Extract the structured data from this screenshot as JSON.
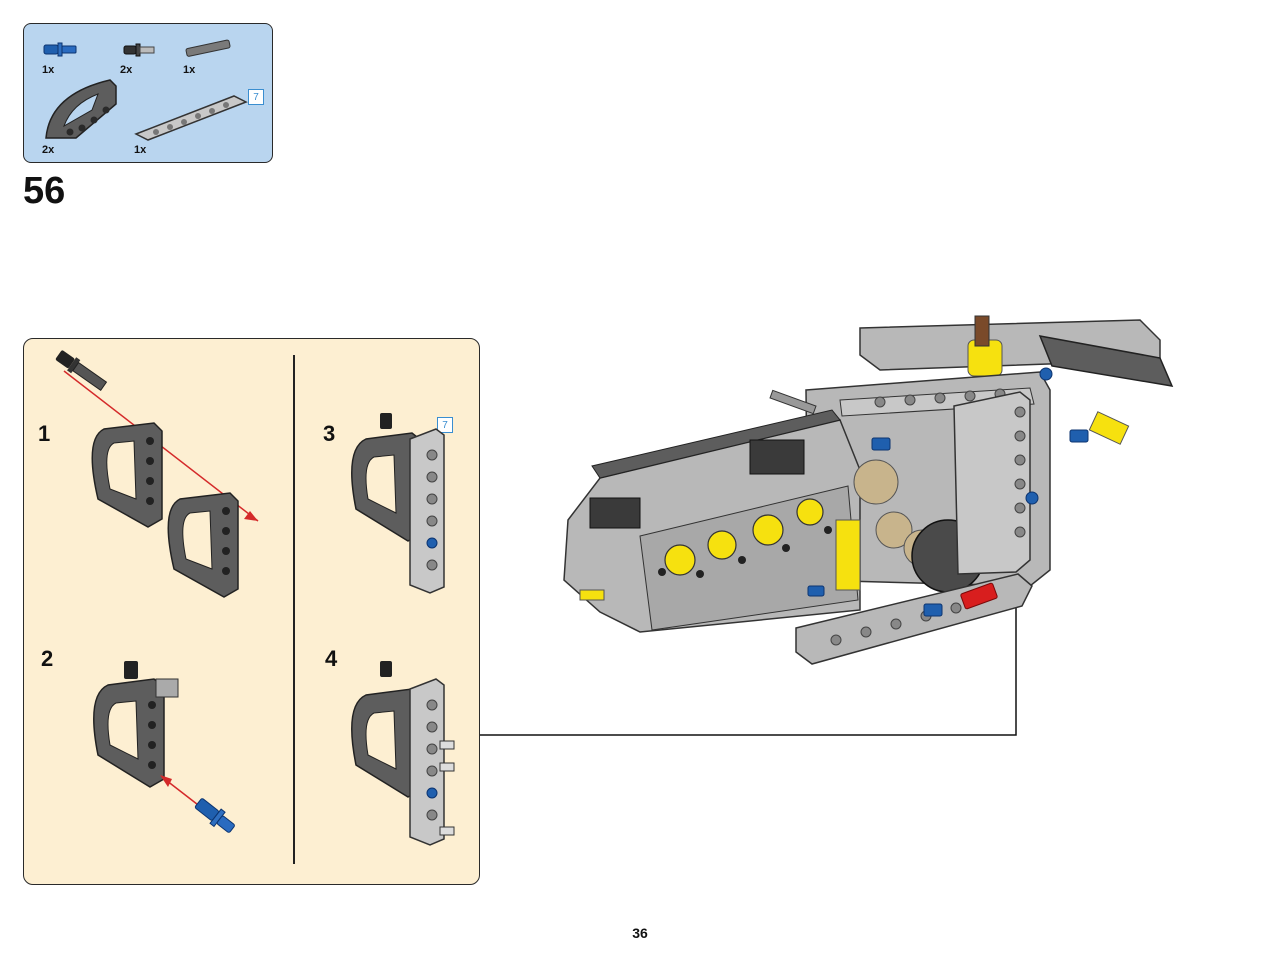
{
  "parts_list": {
    "items": [
      {
        "name": "blue-axle-pin",
        "qty": "1x"
      },
      {
        "name": "black-axle-pin",
        "qty": "2x"
      },
      {
        "name": "grey-axle",
        "qty": "1x"
      },
      {
        "name": "curved-beam",
        "qty": "2x"
      },
      {
        "name": "light-grey-beam-7",
        "qty": "1x"
      }
    ],
    "length_badge": "7"
  },
  "step": {
    "number": "56",
    "substeps": [
      {
        "number": "1"
      },
      {
        "number": "2"
      },
      {
        "number": "3",
        "length_badge": "7"
      },
      {
        "number": "4"
      }
    ]
  },
  "page_number": "36",
  "colors": {
    "parts_bg": "#b9d5ef",
    "substep_bg": "#fdefd2",
    "dark_grey": "#5d5d5d",
    "light_grey": "#b8b8b8",
    "blue": "#1f5fae",
    "yellow": "#f6e10f",
    "red": "#d81e1e",
    "tan": "#c8b48c",
    "arrow": "#d42a2a"
  }
}
